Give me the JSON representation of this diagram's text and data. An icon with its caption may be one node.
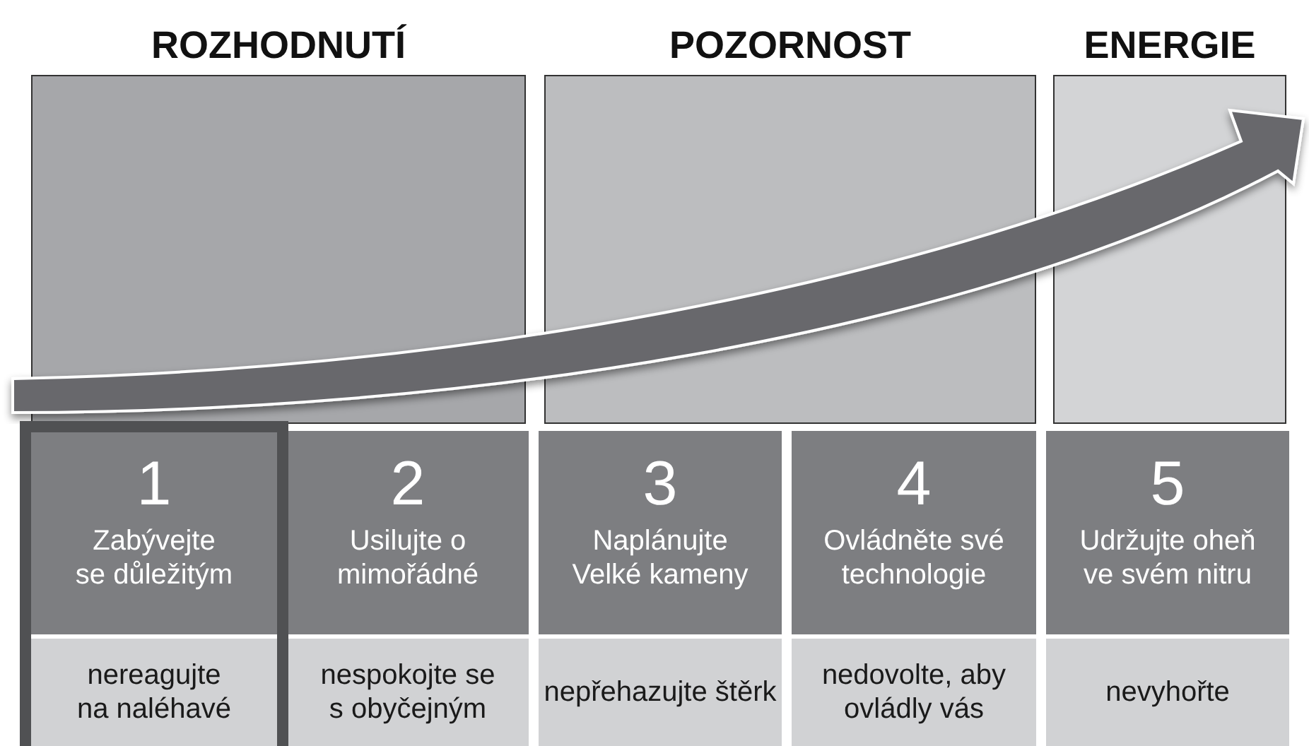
{
  "diagram": {
    "nodes": [
      {
        "text": [
          "ROZHODNUTÍ"
        ]
      },
      {
        "text": [
          "POZORNOST"
        ]
      },
      {
        "text": [
          "ENERGIE"
        ]
      },
      {
        "text": [
          "1",
          "Zabývejte se důležitým"
        ]
      },
      {
        "text": [
          "nereagujte na naléhavé"
        ]
      },
      {
        "text": [
          "2",
          "Usilujte o mimořádné"
        ]
      },
      {
        "text": [
          "nespokojte se s obyčejným"
        ]
      },
      {
        "text": [
          "3",
          "Naplánujte Velké kameny"
        ]
      },
      {
        "text": [
          "nepřehazujte štěrk"
        ]
      },
      {
        "text": [
          "4",
          "Ovládněte své technologie"
        ]
      },
      {
        "text": [
          "nedovolte, aby ovládly vás"
        ]
      },
      {
        "text": [
          "5",
          "Udržujte oheň ve svém nitru"
        ]
      },
      {
        "text": [
          "nevyhořte"
        ]
      }
    ],
    "edges": [
      {
        "from": null,
        "to": 2,
        "arrow": "to"
      }
    ]
  }
}
